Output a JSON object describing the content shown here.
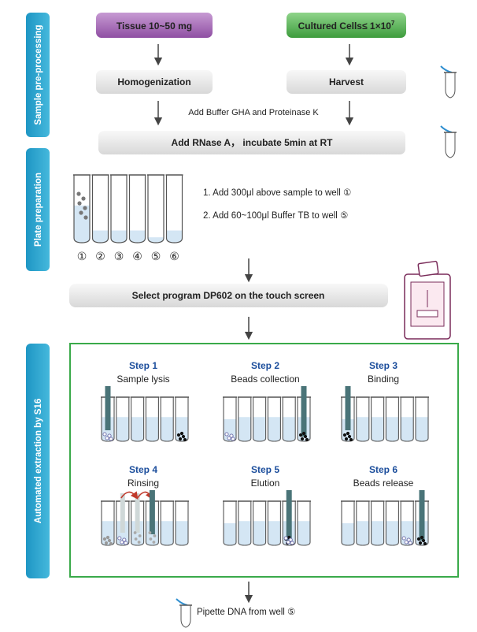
{
  "sections": {
    "preprocessing": "Sample pre-processing",
    "plate": "Plate preparation",
    "automated": "Automated extraction by S16"
  },
  "boxes": {
    "tissue": "Tissue 10~50 mg",
    "cells_prefix": "Cultured Cells≤ 1×10",
    "cells_exp": "7",
    "homogenization": "Homogenization",
    "harvest": "Harvest",
    "rnase": "Add RNase A， incubate 5min at RT",
    "program": "Select program DP602 on the touch screen"
  },
  "notes": {
    "buffer_gha": "Add Buffer GHA and Proteinase K",
    "plate_step1": "1. Add 300μl above sample to well ①",
    "plate_step2": "2. Add 60~100μl Buffer TB to well ⑤",
    "pipette": "Pipette DNA from well ⑤"
  },
  "wells": [
    "①",
    "②",
    "③",
    "④",
    "⑤",
    "⑥"
  ],
  "steps": [
    {
      "title": "Step 1",
      "name": "Sample lysis"
    },
    {
      "title": "Step 2",
      "name": "Beads collection"
    },
    {
      "title": "Step 3",
      "name": "Binding"
    },
    {
      "title": "Step 4",
      "name": "Rinsing"
    },
    {
      "title": "Step 5",
      "name": "Elution"
    },
    {
      "title": "Step 6",
      "name": "Beads release"
    }
  ],
  "colors": {
    "sidebar": "#2fa8d0",
    "tissue_box": "#a060b0",
    "cells_box": "#4aa84a",
    "grey_box": "#e4e4e4",
    "frame_green": "#3aaa4a",
    "liquid": "#d4e6f4",
    "rod": "#4a7478",
    "step_title": "#1c4e9c"
  }
}
